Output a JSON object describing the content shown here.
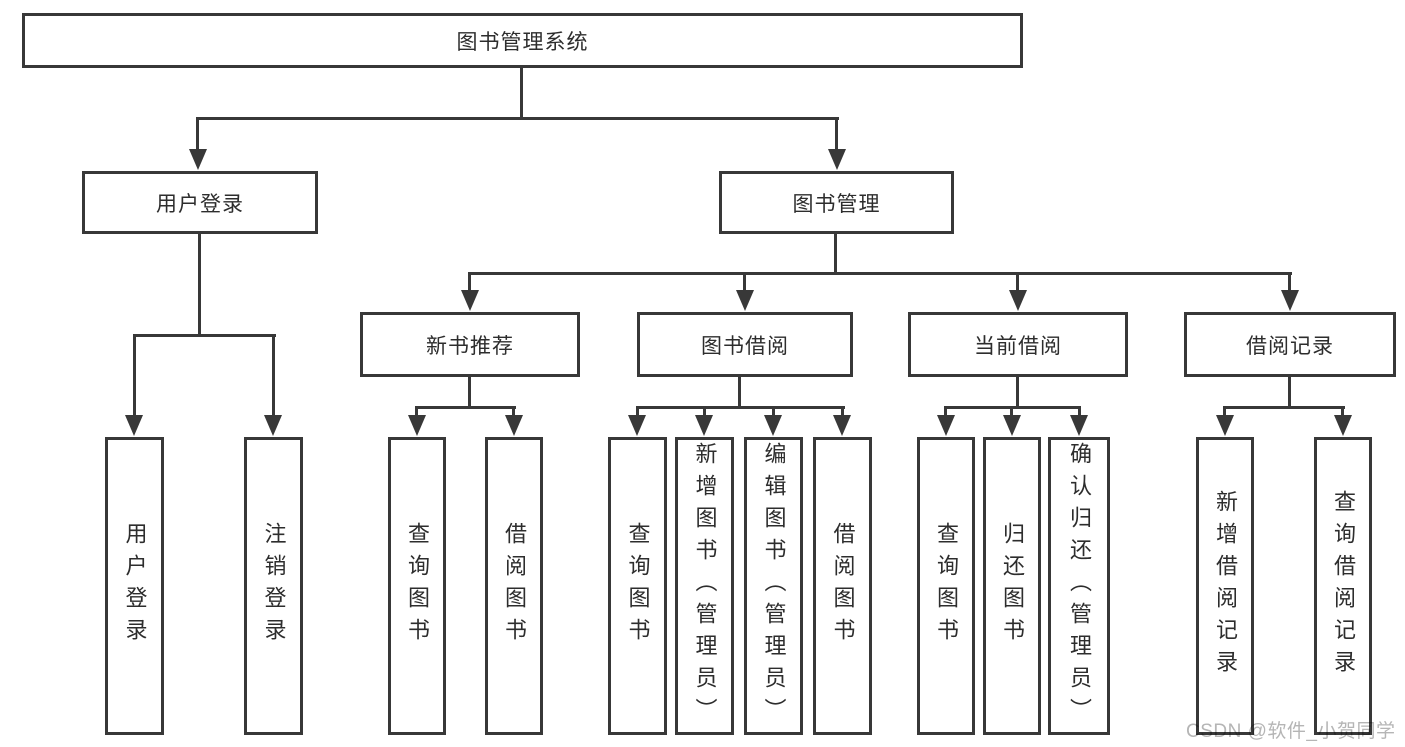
{
  "title": {
    "label": "图书管理系统"
  },
  "level2": {
    "user_login": "用户登录",
    "book_mgmt": "图书管理"
  },
  "level3": {
    "new_books": "新书推荐",
    "borrow": "图书借阅",
    "current": "当前借阅",
    "records": "借阅记录"
  },
  "leaves": {
    "a1": "用户登录",
    "a2": "注销登录",
    "b1": "查询图书",
    "b2": "借阅图书",
    "c1": "查询图书",
    "c2": "新增图书（管理员）",
    "c3": "编辑图书（管理员）",
    "c4": "借阅图书",
    "d1": "查询图书",
    "d2": "归还图书",
    "d3": "确认归还（管理员）",
    "e1": "新增借阅记录",
    "e2": "查询借阅记录"
  },
  "watermark": "CSDN @软件_小贺同学",
  "colors": {
    "line": "#383838",
    "text": "#2d2d2d",
    "watermark": "#b5b5b5",
    "background": "#ffffff"
  }
}
